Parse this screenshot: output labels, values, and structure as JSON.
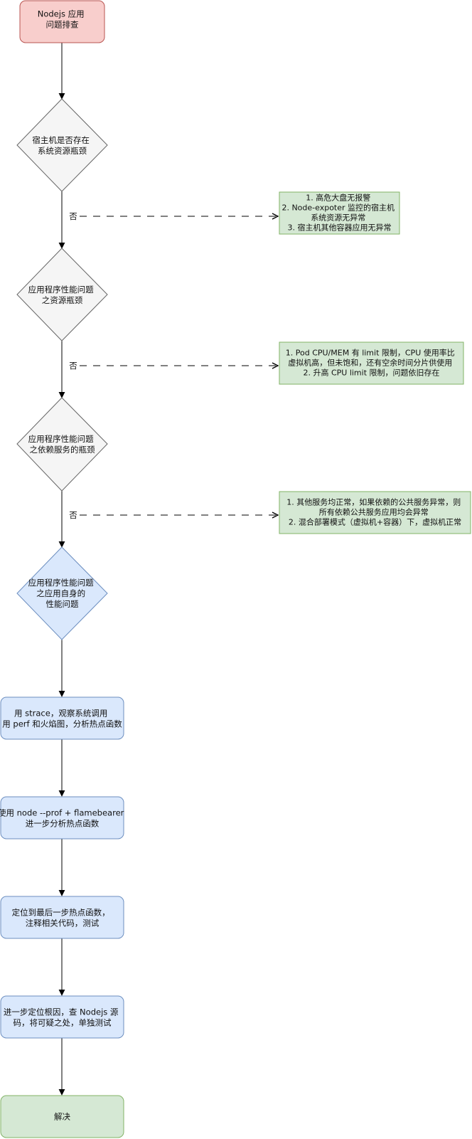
{
  "colors": {
    "start_fill": "#f8cecc",
    "start_stroke": "#b85450",
    "decision_fill": "#f5f5f5",
    "decision_stroke": "#666666",
    "highlight_fill": "#dae8fc",
    "highlight_stroke": "#6c8ebf",
    "note_fill": "#d5e8d4",
    "note_stroke": "#82b366",
    "edge": "#000000"
  },
  "start": {
    "lines": [
      "Nodejs 应用",
      "问题排查"
    ]
  },
  "decisions": [
    {
      "lines": [
        "宿主机是否存在",
        "系统资源瓶颈"
      ]
    },
    {
      "lines": [
        "应用程序性能问题",
        "之资源瓶颈"
      ]
    },
    {
      "lines": [
        "应用程序性能问题",
        "之依赖服务的瓶颈"
      ]
    },
    {
      "lines": [
        "应用程序性能问题",
        "之应用自身的",
        "性能问题"
      ]
    }
  ],
  "no_labels": [
    "否",
    "否",
    "否"
  ],
  "notes": [
    {
      "lines": [
        "1. 高危大盘无报警",
        "2. Node-expoter 监控的宿主机",
        "系统资源无异常",
        "3. 宿主机其他容器应用无异常"
      ]
    },
    {
      "lines": [
        "1. Pod CPU/MEM 有 limit 限制，CPU 使用率比",
        "虚拟机高，但未饱和，还有空余时间分片供使用",
        "2. 升高 CPU limit 限制，问题依旧存在"
      ]
    },
    {
      "lines": [
        "1. 其他服务均正常，如果依赖的公共服务异常，则",
        "所有依赖公共服务应用均会异常",
        "2. 混合部署模式（虚拟机+容器）下，虚拟机正常"
      ]
    }
  ],
  "steps": [
    {
      "lines": [
        "用 strace，观察系统调用",
        "用 perf 和火焰图，分析热点函数"
      ]
    },
    {
      "lines": [
        "使用 node --prof + flamebearer",
        "进一步分析热点函数"
      ]
    },
    {
      "lines": [
        "定位到最后一步热点函数，",
        "注释相关代码，测试"
      ]
    },
    {
      "lines": [
        "进一步定位根因，查 Nodejs 源",
        "码，将可疑之处，单独测试"
      ]
    }
  ],
  "end": {
    "lines": [
      "解决"
    ]
  }
}
